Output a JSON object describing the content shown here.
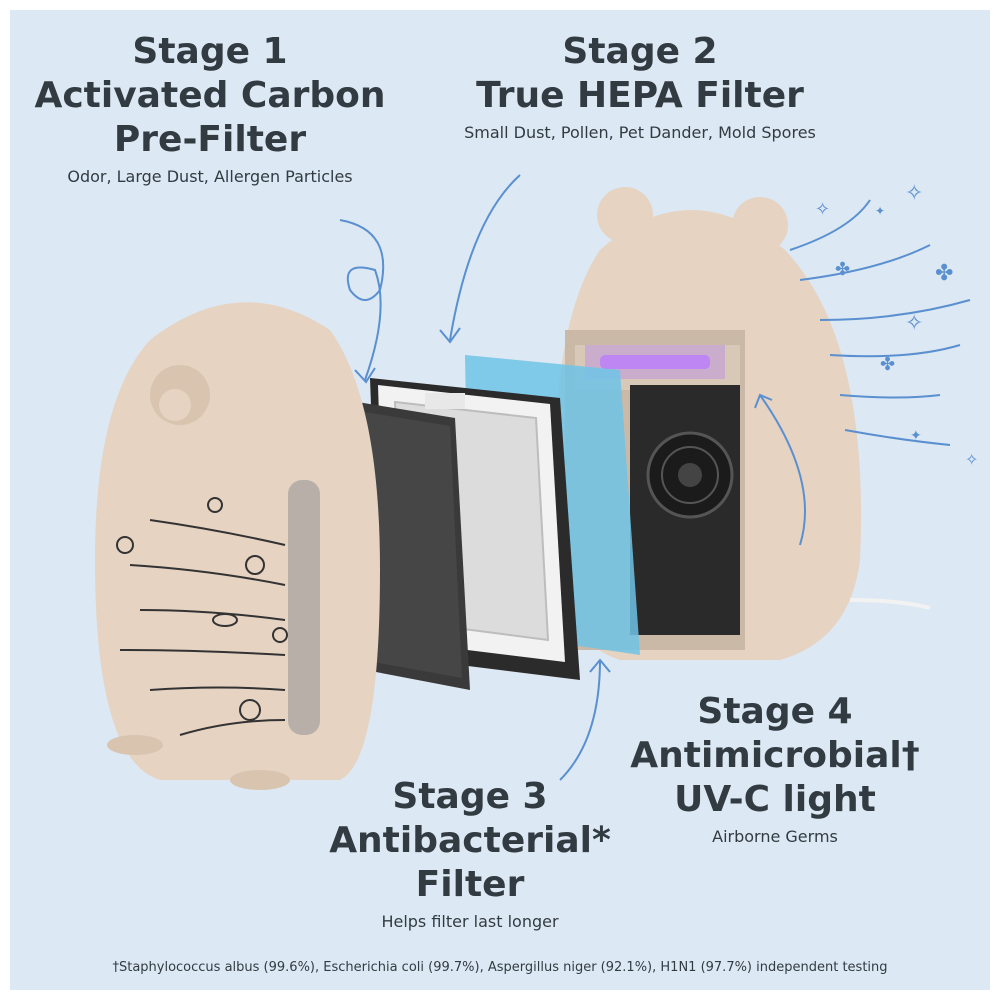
{
  "stages": [
    {
      "stage": "Stage 1",
      "title_lines": [
        "Activated Carbon",
        "Pre-Filter"
      ],
      "description": "Odor, Large Dust, Allergen Particles"
    },
    {
      "stage": "Stage 2",
      "title_lines": [
        "True HEPA Filter"
      ],
      "description": "Small Dust, Pollen, Pet Dander, Mold Spores"
    },
    {
      "stage": "Stage 3",
      "title_lines": [
        "Antibacterial*",
        "Filter"
      ],
      "description": "Helps filter last longer"
    },
    {
      "stage": "Stage 4",
      "title_lines": [
        "Antimicrobial†",
        "UV-C light"
      ],
      "description": "Airborne Germs"
    }
  ],
  "footnote": "†Staphylococcus albus (99.6%), Escherichia coli (99.7%), Aspergillus niger (92.1%), H1N1 (97.7%) independent testing",
  "colors": {
    "background": "#dce8f3",
    "device_body": "#e6d3c2",
    "carbon_filter": "#2e2e2e",
    "hepa_frame": "#f2f2f2",
    "antibacterial_filter": "#6ec3e6",
    "arrow": "#5a8fd0",
    "uv_light": "#b27cf0",
    "text": "#333b42"
  }
}
